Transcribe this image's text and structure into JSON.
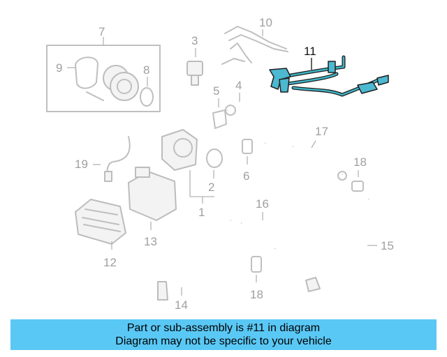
{
  "diagram": {
    "callouts": {
      "c1": "1",
      "c2": "2",
      "c3": "3",
      "c4": "4",
      "c5": "5",
      "c6": "6",
      "c7": "7",
      "c8": "8",
      "c9": "9",
      "c10": "10",
      "c11": "11",
      "c12": "12",
      "c13": "13",
      "c14": "14",
      "c15": "15",
      "c16": "16",
      "c17": "17",
      "c18a": "18",
      "c18b": "18",
      "c19": "19"
    },
    "highlighted_part": "11",
    "highlight_color": "#4cb9d0",
    "banner_color": "#5ac8f5"
  },
  "banner": {
    "line1": "Part or sub-assembly is #11 in diagram",
    "line2": "Diagram may not be specific to your vehicle"
  }
}
